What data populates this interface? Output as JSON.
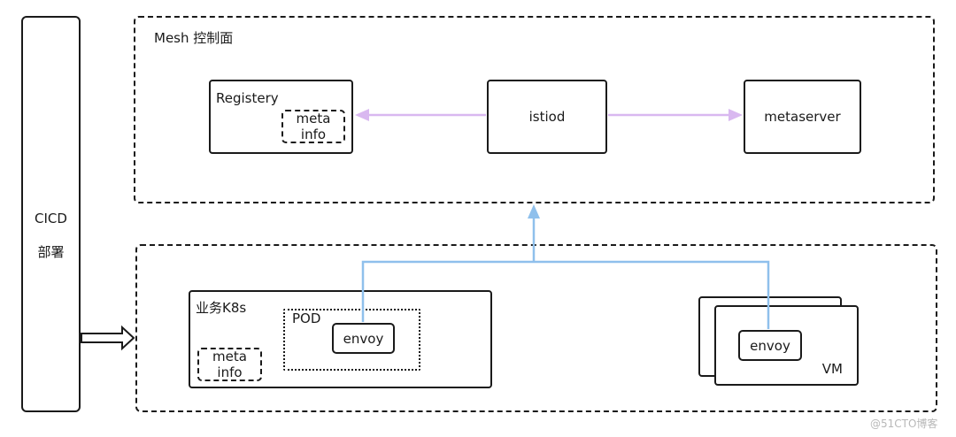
{
  "cicd": {
    "line1": "CICD",
    "line2": "部署"
  },
  "control_plane": {
    "title": "Mesh 控制面",
    "registry": {
      "label": "Registery",
      "meta_line1": "meta",
      "meta_line2": "info"
    },
    "istiod": "istiod",
    "metaserver": "metaserver"
  },
  "data_plane": {
    "k8s": {
      "label": "业务K8s",
      "pod": "POD",
      "envoy": "envoy",
      "meta_line1": "meta",
      "meta_line2": "info"
    },
    "vm": {
      "label": "VM",
      "envoy": "envoy"
    }
  },
  "watermark": "@51CTO博客",
  "colors": {
    "control_arrow": "#d9b8f0",
    "data_line": "#8fc0ec",
    "border": "#1a1a1a"
  }
}
